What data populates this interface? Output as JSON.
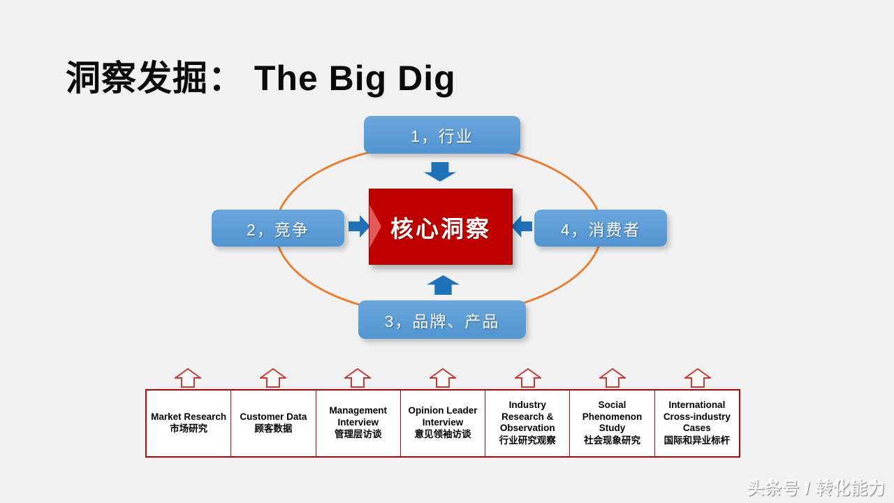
{
  "slide": {
    "background": "#f1f1f1",
    "title": "洞察发掘： The Big Dig",
    "watermark": "头条号 / 转化能力"
  },
  "diagram": {
    "center": {
      "label": "核心洞察",
      "color": "#c00000"
    },
    "ellipse_color": "#e87d2e",
    "node_color": "#5b9bd5",
    "arrow_color": "#1f72b8",
    "nodes": [
      {
        "label": "1，行业",
        "position": "top"
      },
      {
        "label": "2，竞争",
        "position": "left"
      },
      {
        "label": "3，品牌、产品",
        "position": "bottom"
      },
      {
        "label": "4，消费者",
        "position": "right"
      }
    ]
  },
  "sources": {
    "border_color": "#c00000",
    "items": [
      {
        "en": "Market Research",
        "zh": "市场研究"
      },
      {
        "en": "Customer Data",
        "zh": "顾客数据"
      },
      {
        "en": "Management Interview",
        "zh": "管理层访谈"
      },
      {
        "en": "Opinion Leader Interview",
        "zh": "意见领袖访谈"
      },
      {
        "en": "Industry Research & Observation",
        "zh": "行业研究观察"
      },
      {
        "en": "Social Phenomenon Study",
        "zh": "社会现象研究"
      },
      {
        "en": "International Cross-industry Cases",
        "zh": "国际和异业标杆"
      }
    ]
  }
}
